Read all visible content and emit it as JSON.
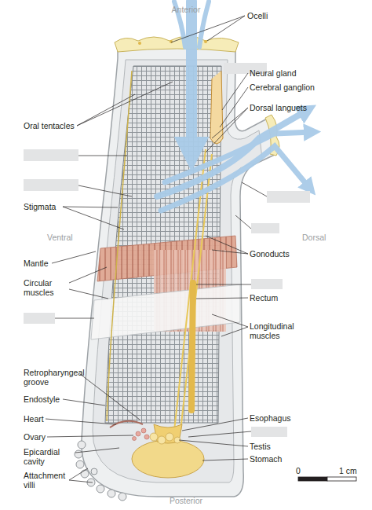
{
  "diagram": {
    "labels": [
      "Anterior",
      "Ocelli",
      "Neural gland",
      "Cerebral ganglion",
      "Dorsal languets",
      "Oral tentacles",
      "Stigmata",
      "Ventral",
      "Dorsal",
      "Mantle",
      "Circular muscles",
      "Gonoducts",
      "Rectum",
      "Longitudinal muscles",
      "Retropharyngeal groove",
      "Endostyle",
      "Esophagus",
      "Heart",
      "Ovary",
      "Testis",
      "Epicardial cavity",
      "Stomach",
      "Attachment villi",
      "Posterior",
      "0",
      "1 cm"
    ]
  }
}
